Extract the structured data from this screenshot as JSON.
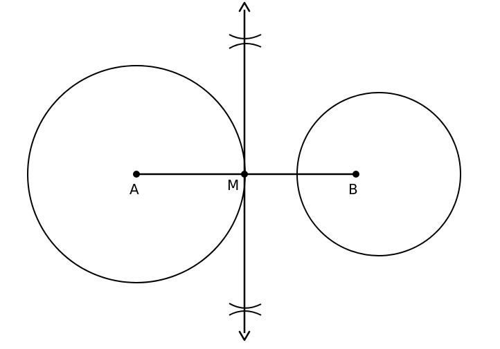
{
  "diagram": {
    "points": {
      "A": {
        "label": "A"
      },
      "M": {
        "label": "M"
      },
      "B": {
        "label": "B"
      }
    }
  }
}
